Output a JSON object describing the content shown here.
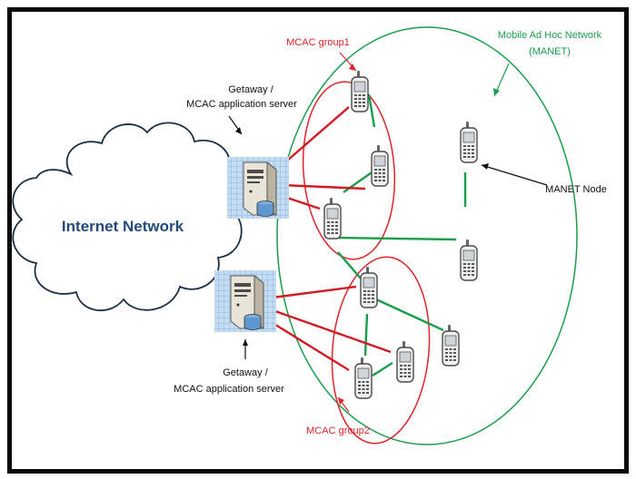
{
  "labels": {
    "internet_network": "Internet Network",
    "gateway_top_line1": "Getaway      /",
    "gateway_top_line2": "MCAC application server",
    "gateway_bottom_line1": "Getaway      /",
    "gateway_bottom_line2": "MCAC application server",
    "mcac_group1": "MCAC group1",
    "mcac_group2": "MCAC group2",
    "manet_title_line1": "Mobile Ad Hoc Network",
    "manet_title_line2": "(MANET)",
    "manet_node": "MANET Node"
  },
  "colors": {
    "frame": "#0a0a0a",
    "cloud_stroke": "#1c2f45",
    "group_red": "#e0242b",
    "manet_green": "#1a9e4a",
    "link_red": "#d11a24",
    "link_green": "#1a9e4a",
    "internet_text": "#234b7a",
    "server_backdrop": "#9cc3e6"
  },
  "icons": {
    "cloud": "internet-cloud-icon",
    "server": "server-icon",
    "phone": "mobile-phone-icon"
  }
}
